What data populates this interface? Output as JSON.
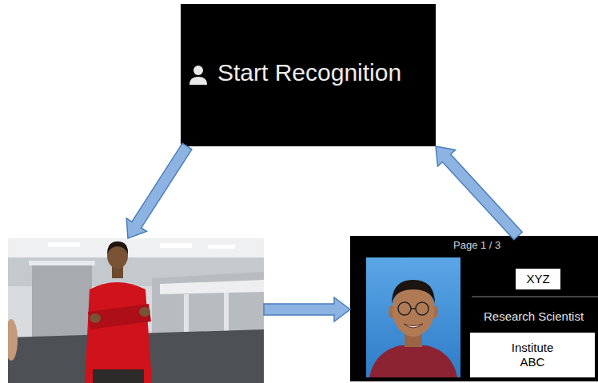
{
  "diagram": {
    "nodes": [
      {
        "text": [
          "Start Recognition"
        ]
      },
      {
        "text": []
      },
      {
        "text": [
          "Page 1 / 3",
          "Research Scientist"
        ]
      },
      {
        "text": [
          "XYZ"
        ],
        "in": 2
      },
      {
        "text": [
          "Institute ABC"
        ],
        "in": 2
      }
    ],
    "edges": [
      {
        "from": 0,
        "to": 1,
        "arrow": "to"
      },
      {
        "from": 1,
        "to": 2,
        "arrow": "to"
      },
      {
        "from": 2,
        "to": 0,
        "arrow": "to"
      }
    ]
  }
}
